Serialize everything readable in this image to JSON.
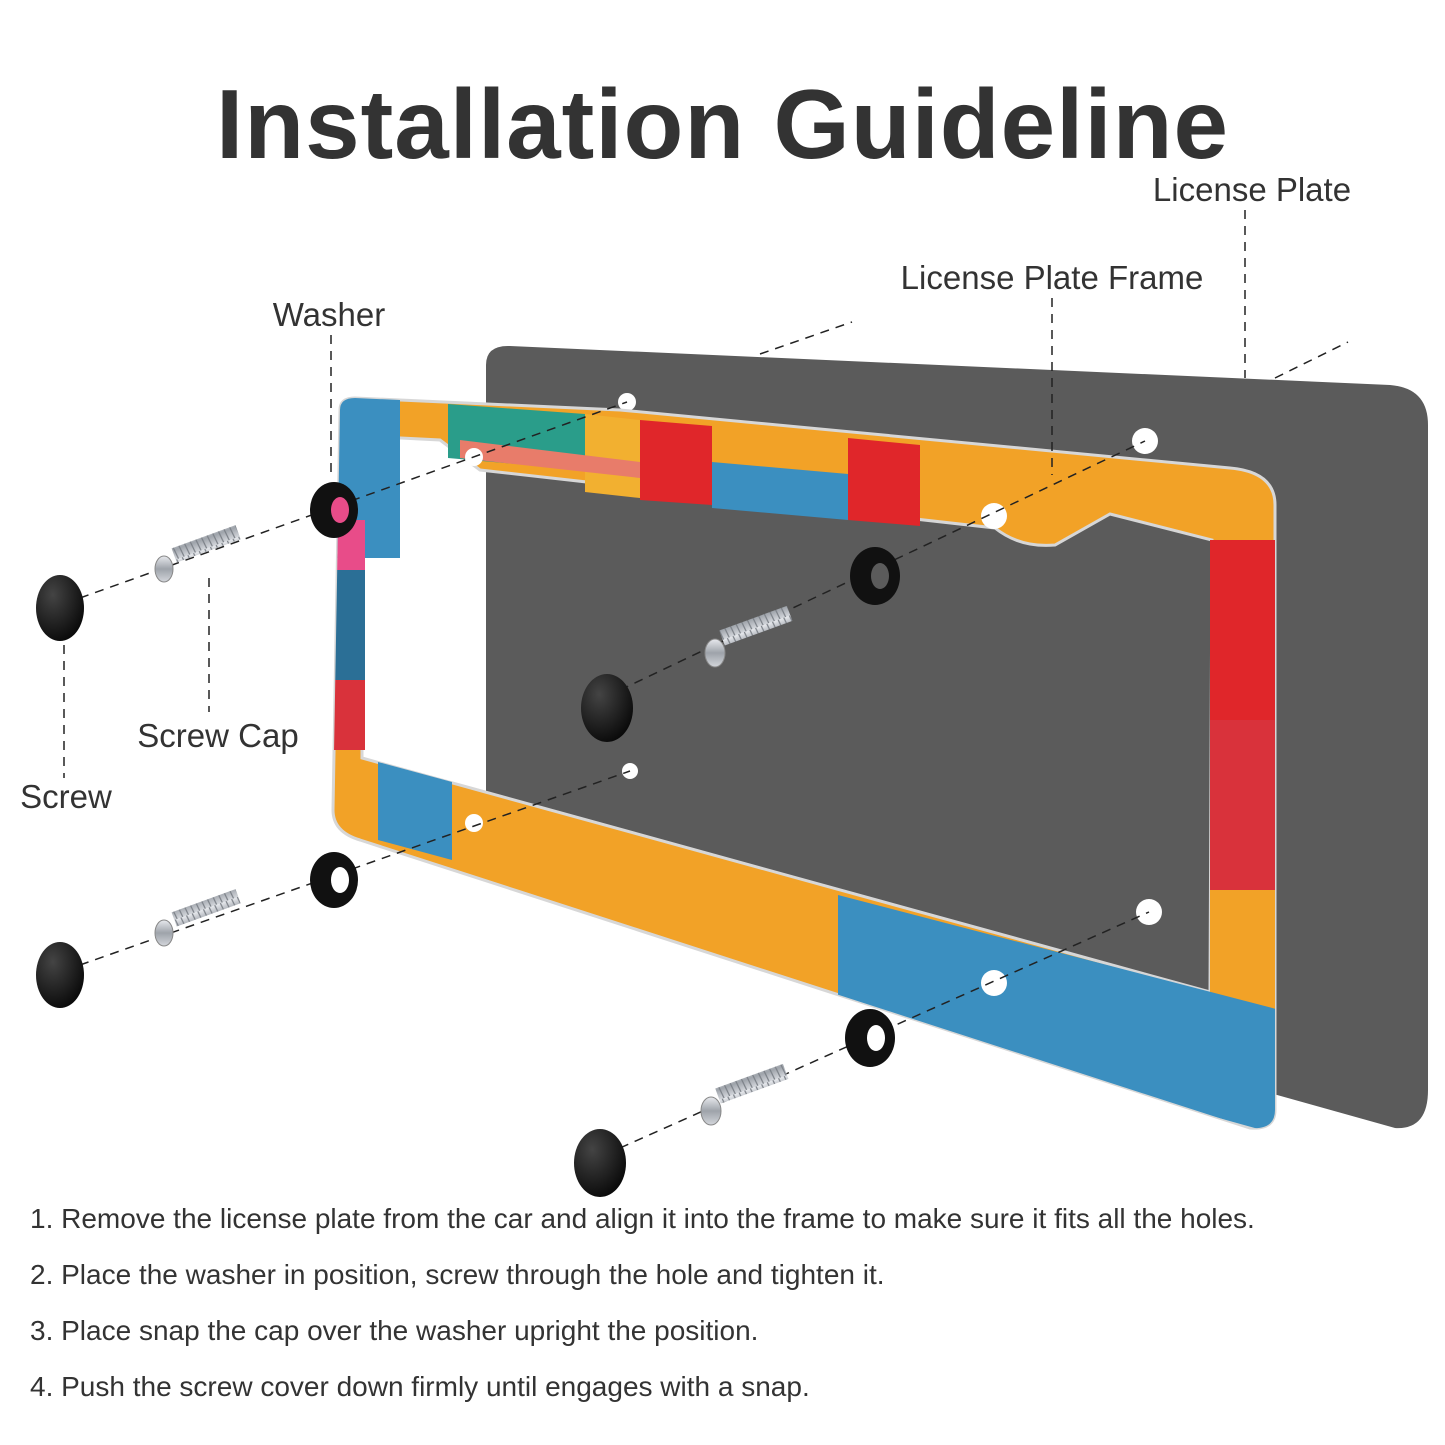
{
  "title": "Installation Guideline",
  "labels": {
    "license_plate": "License Plate",
    "license_plate_frame": "License Plate Frame",
    "washer": "Washer",
    "screw_cap": "Screw Cap",
    "screw": "Screw"
  },
  "steps": [
    "1. Remove the license plate from the car and align it into the frame to make sure it fits all the holes.",
    "2. Place the washer in position, screw through the hole and tighten it.",
    "3. Place snap the cap over the washer upright the position.",
    "4. Push the screw cover down firmly until engages with a snap."
  ],
  "colors": {
    "text": "#333333",
    "plate": "#5b5b5b",
    "frame_orange": "#f2a227",
    "frame_blue": "#3b8fc0",
    "frame_red": "#e0262a",
    "frame_teal": "#2a9d8a",
    "cap": "#111111",
    "screw": "#b8bcc2"
  }
}
